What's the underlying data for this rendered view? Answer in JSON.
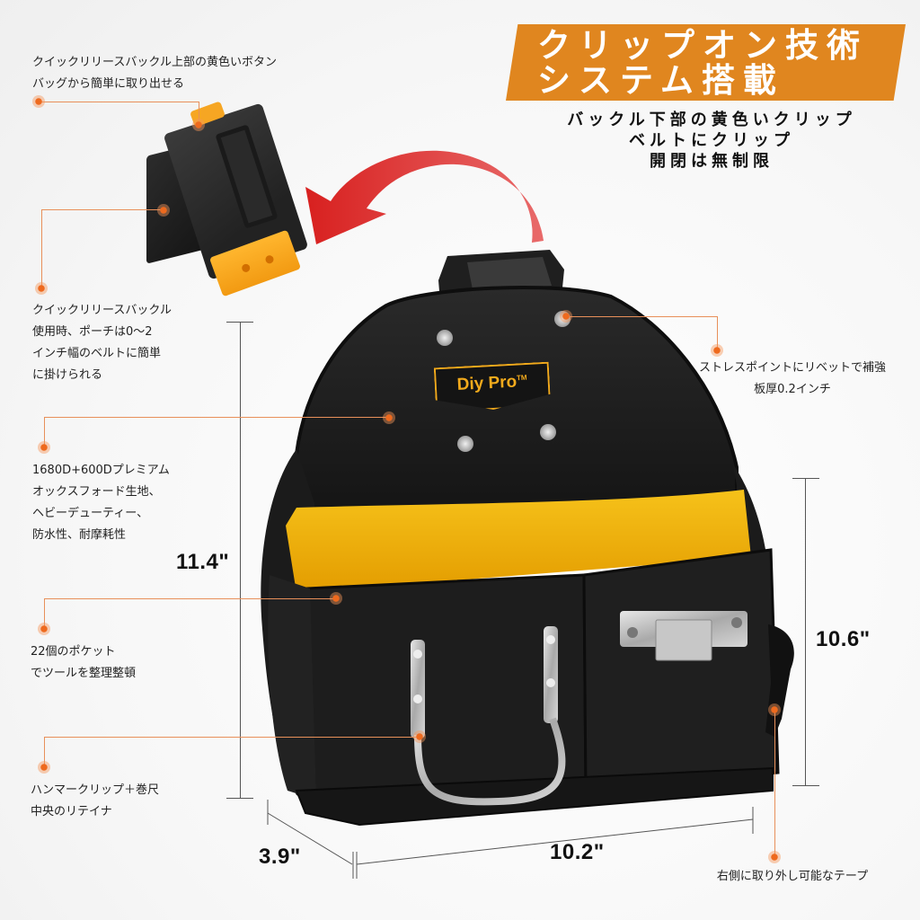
{
  "banner": {
    "line1": "クリップオン技術",
    "line2": "システム搭載",
    "color": "#e0861f"
  },
  "subhead": {
    "line1": "バックル下部の黄色いクリップ",
    "line2": "ベルトにクリップ",
    "line3": "開閉は無制限"
  },
  "callouts": {
    "top_button": {
      "line1": "クイックリリースバックル上部の黄色いボタン",
      "line2": "バッグから簡単に取り出せる"
    },
    "belt_width": {
      "line1": "クイックリリースバックル",
      "line2": "使用時、ポーチは0〜2",
      "line3": "インチ幅のベルトに簡単",
      "line4": "に掛けられる"
    },
    "fabric": {
      "line1": "1680D+600Dプレミアム",
      "line2": "オックスフォード生地、",
      "line3": "ヘビーデューティー、",
      "line4": "防水性、耐摩耗性"
    },
    "pockets": {
      "line1": "22個のポケット",
      "line2": "でツールを整理整頓"
    },
    "hammer": {
      "line1": "ハンマークリップ＋巻尺",
      "line2": "中央のリテイナ"
    },
    "rivets": {
      "line1": "ストレスポイントにリベットで補強",
      "line2": "板厚0.2インチ"
    },
    "tape": {
      "line1": "右側に取り外し可能なテープ"
    }
  },
  "dimensions": {
    "height_total": "11.4\"",
    "height_front": "10.6\"",
    "width": "10.2\"",
    "depth": "3.9\""
  },
  "product": {
    "brand": "Diy Pro",
    "trademark": "TM"
  },
  "colors": {
    "accent_orange": "#e0861f",
    "leader_line": "#e8905a",
    "arrow_red": "#d8201f",
    "clip_yellow": "#f6a623",
    "pouch_black": "#1b1b1b",
    "pouch_yellow": "#f0b400"
  }
}
